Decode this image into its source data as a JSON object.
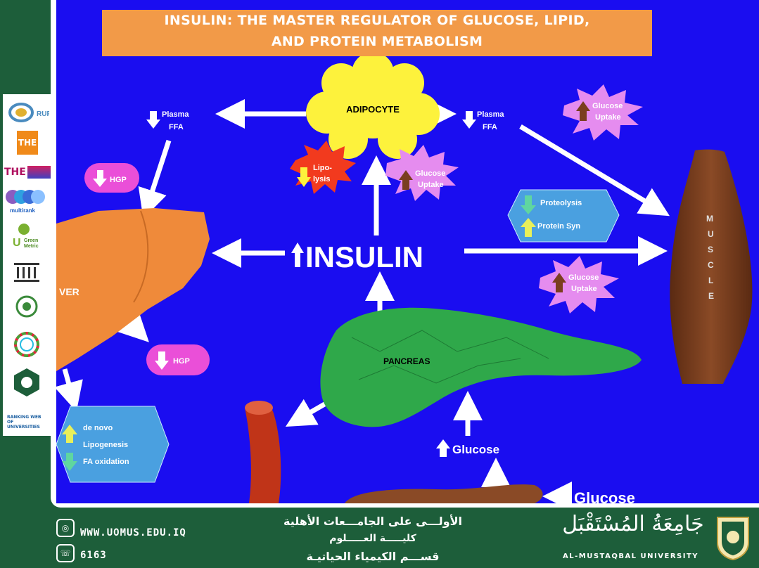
{
  "slide": {
    "title": "INSULIN: THE MASTER REGULATOR OF GLUCOSE, LIPID,\nAND PROTEIN METABOLISM",
    "center_label": "INSULIN",
    "adipocyte_label": "ADIPOCYTE",
    "plasma_ffa_left": "Plasma\nFFA",
    "plasma_ffa_right": "Plasma\nFFA",
    "lipolysis_label": "Lipo-\nlysis",
    "glucose_uptake_adipo": "Glucose\nUptake",
    "glucose_uptake_top_right": "Glucose\nUptake",
    "glucose_uptake_muscle": "Glucose\nUptake",
    "hgp_top": "HGP",
    "hgp_bottom": "HGP",
    "proteolysis_label": "Proteolysis",
    "protein_syn_label": "Protein Syn",
    "liver_label": "VER",
    "lipogenesis_lines": [
      "de novo",
      "Lipogenesis",
      "FA oxidation"
    ],
    "pancreas_label": "PANCREAS",
    "muscle_label": "MUSCLE",
    "glucose_pancreas": "Glucose",
    "glucose_gut": "Glucose"
  },
  "sidebar_logos": [
    {
      "name": "rur-logo",
      "text": "RUR"
    },
    {
      "name": "the-logo",
      "text": "THE"
    },
    {
      "name": "the-impact-rankings-logo",
      "text": "THE"
    },
    {
      "name": "multirank-logo",
      "text": "multirank"
    },
    {
      "name": "ui-greenmetric-logo",
      "text": "UI Green Metric"
    },
    {
      "name": "institution-logo",
      "text": ""
    },
    {
      "name": "arab-universities-logo",
      "text": ""
    },
    {
      "name": "sdgs-logo",
      "text": ""
    },
    {
      "name": "arab-engineers-logo",
      "text": ""
    },
    {
      "name": "webometrics-logo",
      "text": "RANKING WEB OF UNIVERSITIES"
    }
  ],
  "footer": {
    "website": "WWW.UOMUS.EDU.IQ",
    "phone": "6163",
    "line1": "الأولـــى على الجامـــعات الأهلية",
    "line2": "كليـــــة العـــــلوم",
    "line3": "قســـم الكيمياء الحياتيـة",
    "university_ar": "جَامِعَةُ المُسْتَقْبَل",
    "university_en": "AL-MUSTAQBAL UNIVERSITY"
  },
  "colors": {
    "background_blue": "#1a0df0",
    "title_orange": "#f29a48",
    "adipocyte_yellow": "#fdf23c",
    "burst_pink": "#e58cef",
    "burst_red": "#f23a1e",
    "hexagon_teal": "#4aa0e0",
    "pancreas_green": "#2fa84a",
    "muscle_brown": "#7a3e1f",
    "liver_orange": "#ef8a3a",
    "footer_green": "#1d5e3a"
  }
}
